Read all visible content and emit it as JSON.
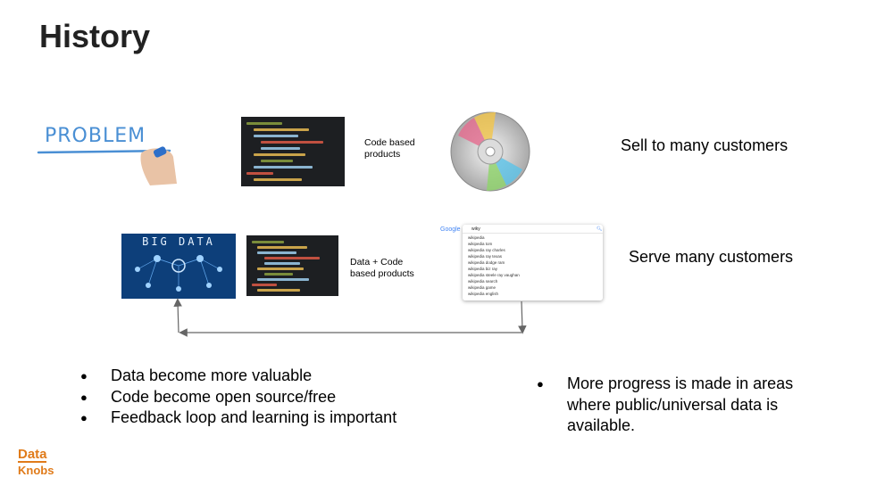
{
  "slide": {
    "title": "History"
  },
  "row1": {
    "problem_text": "PROBLEM",
    "product_label": "Code based products",
    "outcome": "Sell to many customers"
  },
  "row2": {
    "bigdata_text": "BIG DATA",
    "product_label": "Data  +  Code based products",
    "outcome": "Serve many customers",
    "search": {
      "logo": "Google",
      "query": "wiky",
      "suggestions": [
        "wikipedia",
        "wikipedia tom",
        "wikipedia ray charles",
        "wikipedia ray texas",
        "wikipedia dodge ram",
        "wikipedia biz ray",
        "wikipedia steele ray vaughan",
        "wikipedia search",
        "wikipedia game",
        "wikipedia english"
      ]
    }
  },
  "bullets_left": [
    "Data become more valuable",
    "Code become open source/free",
    "Feedback loop and learning is important"
  ],
  "bullets_right": [
    "More progress is made in areas where public/universal data is available."
  ],
  "logo": {
    "line1": "Data",
    "line2": "Knobs",
    "color": "#e07b1a"
  },
  "colors": {
    "problem": "#4a8fd4",
    "bigdata_bg": "#0d3f7a",
    "arrow": "#666666"
  }
}
